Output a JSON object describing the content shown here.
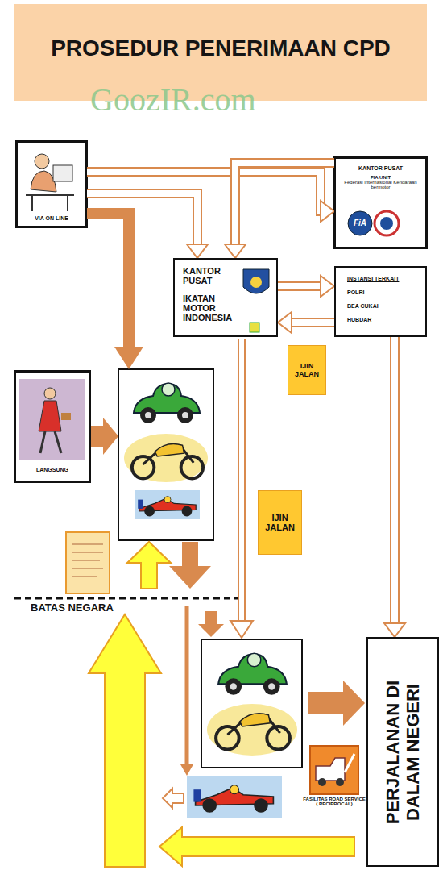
{
  "diagram": {
    "title": "PROSEDUR PENERIMAAN CPD",
    "nodes": [
      {
        "text": [
          "VIA ON LINE"
        ]
      },
      {
        "text": [
          "KANTOR PUSAT",
          "FIA UNIT",
          "Federasi Internasional Kendaraan bermotor"
        ]
      },
      {
        "text": [
          "KANTOR PUSAT",
          "IKATAN MOTOR INDONESIA"
        ]
      },
      {
        "text": [
          "INSTANSI TERKAIT",
          "POLRI",
          "BEA CUKAI",
          "HUBDAR"
        ]
      },
      {
        "text": [
          "IJIN JALAN"
        ]
      },
      {
        "text": [
          "LANGSUNG"
        ]
      },
      {
        "text": [
          "IJIN JALAN"
        ]
      },
      {
        "text": [
          "PERJALANAN DI DALAM NEGERI"
        ]
      },
      {
        "text": [
          "FASILITAS ROAD SERVICE ( RECIPROCAL)"
        ]
      }
    ],
    "edges": [
      {
        "from": 0,
        "to": 1,
        "arrow": "to"
      },
      {
        "from": 0,
        "to": 2,
        "arrow": "to"
      },
      {
        "from": 1,
        "to": 2,
        "arrow": "to"
      },
      {
        "from": 2,
        "to": 3,
        "arrow": "to"
      },
      {
        "from": 3,
        "to": 2,
        "arrow": "to"
      },
      {
        "from": 3,
        "to": 7,
        "arrow": "to"
      }
    ],
    "labels": [
      "GoozIR.com",
      "FiA",
      "BATAS NEGARA"
    ]
  }
}
